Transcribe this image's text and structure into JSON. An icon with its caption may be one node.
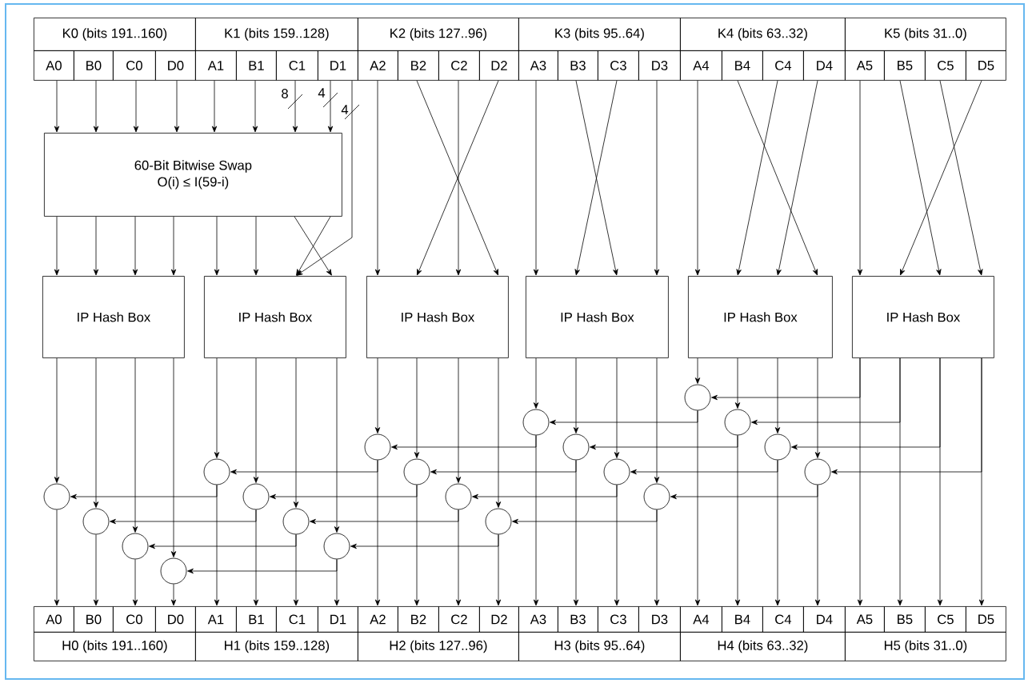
{
  "diagram": {
    "nodes": [
      {
        "text": [
          "K0 (bits 191..160)"
        ]
      },
      {
        "text": [
          "K1 (bits 159..128)"
        ]
      },
      {
        "text": [
          "K2 (bits 127..96)"
        ]
      },
      {
        "text": [
          "K3 (bits 95..64)"
        ]
      },
      {
        "text": [
          "K4 (bits 63..32)"
        ]
      },
      {
        "text": [
          "K5 (bits 31..0)"
        ]
      },
      {
        "text": [
          "A0"
        ]
      },
      {
        "text": [
          "B0"
        ]
      },
      {
        "text": [
          "C0"
        ]
      },
      {
        "text": [
          "D0"
        ]
      },
      {
        "text": [
          "A1"
        ]
      },
      {
        "text": [
          "B1"
        ]
      },
      {
        "text": [
          "C1"
        ]
      },
      {
        "text": [
          "D1"
        ]
      },
      {
        "text": [
          "A2"
        ]
      },
      {
        "text": [
          "B2"
        ]
      },
      {
        "text": [
          "C2"
        ]
      },
      {
        "text": [
          "D2"
        ]
      },
      {
        "text": [
          "A3"
        ]
      },
      {
        "text": [
          "B3"
        ]
      },
      {
        "text": [
          "C3"
        ]
      },
      {
        "text": [
          "D3"
        ]
      },
      {
        "text": [
          "A4"
        ]
      },
      {
        "text": [
          "B4"
        ]
      },
      {
        "text": [
          "C4"
        ]
      },
      {
        "text": [
          "D4"
        ]
      },
      {
        "text": [
          "A5"
        ]
      },
      {
        "text": [
          "B5"
        ]
      },
      {
        "text": [
          "C5"
        ]
      },
      {
        "text": [
          "D5"
        ]
      },
      {
        "text": [
          "60-Bit Bitwise Swap",
          "O(i) ≤ I(59-i)"
        ]
      },
      {
        "text": [
          "IP Hash Box"
        ]
      },
      {
        "text": [
          "IP Hash Box"
        ]
      },
      {
        "text": [
          "IP Hash Box"
        ]
      },
      {
        "text": [
          "IP Hash Box"
        ]
      },
      {
        "text": [
          "IP Hash Box"
        ]
      },
      {
        "text": [
          "IP Hash Box"
        ]
      },
      {
        "text": [],
        "shape": "circle"
      },
      {
        "text": [],
        "shape": "circle"
      },
      {
        "text": [],
        "shape": "circle"
      },
      {
        "text": [],
        "shape": "circle"
      },
      {
        "text": [],
        "shape": "circle"
      },
      {
        "text": [],
        "shape": "circle"
      },
      {
        "text": [],
        "shape": "circle"
      },
      {
        "text": [],
        "shape": "circle"
      },
      {
        "text": [],
        "shape": "circle"
      },
      {
        "text": [],
        "shape": "circle"
      },
      {
        "text": [],
        "shape": "circle"
      },
      {
        "text": [],
        "shape": "circle"
      },
      {
        "text": [],
        "shape": "circle"
      },
      {
        "text": [],
        "shape": "circle"
      },
      {
        "text": [],
        "shape": "circle"
      },
      {
        "text": [],
        "shape": "circle"
      },
      {
        "text": [],
        "shape": "circle"
      },
      {
        "text": [],
        "shape": "circle"
      },
      {
        "text": [],
        "shape": "circle"
      },
      {
        "text": [],
        "shape": "circle"
      },
      {
        "text": [
          "A0"
        ]
      },
      {
        "text": [
          "B0"
        ]
      },
      {
        "text": [
          "C0"
        ]
      },
      {
        "text": [
          "D0"
        ]
      },
      {
        "text": [
          "A1"
        ]
      },
      {
        "text": [
          "B1"
        ]
      },
      {
        "text": [
          "C1"
        ]
      },
      {
        "text": [
          "D1"
        ]
      },
      {
        "text": [
          "A2"
        ]
      },
      {
        "text": [
          "B2"
        ]
      },
      {
        "text": [
          "C2"
        ]
      },
      {
        "text": [
          "D2"
        ]
      },
      {
        "text": [
          "A3"
        ]
      },
      {
        "text": [
          "B3"
        ]
      },
      {
        "text": [
          "C3"
        ]
      },
      {
        "text": [
          "D3"
        ]
      },
      {
        "text": [
          "A4"
        ]
      },
      {
        "text": [
          "B4"
        ]
      },
      {
        "text": [
          "C4"
        ]
      },
      {
        "text": [
          "D4"
        ]
      },
      {
        "text": [
          "A5"
        ]
      },
      {
        "text": [
          "B5"
        ]
      },
      {
        "text": [
          "C5"
        ]
      },
      {
        "text": [
          "D5"
        ]
      },
      {
        "text": [
          "H0 (bits 191..160)"
        ]
      },
      {
        "text": [
          "H1 (bits 159..128)"
        ]
      },
      {
        "text": [
          "H2 (bits 127..96)"
        ]
      },
      {
        "text": [
          "H3 (bits 95..64)"
        ]
      },
      {
        "text": [
          "H4 (bits 63..32)"
        ]
      },
      {
        "text": [
          "H5 (bits 31..0)"
        ]
      }
    ],
    "edges": [
      {
        "from": 6,
        "to": 30,
        "arrow": "to"
      },
      {
        "from": 7,
        "to": 30,
        "arrow": "to"
      },
      {
        "from": 8,
        "to": 30,
        "arrow": "to"
      },
      {
        "from": 9,
        "to": 30,
        "arrow": "to"
      },
      {
        "from": 10,
        "to": 30,
        "arrow": "to"
      },
      {
        "from": 11,
        "to": 30,
        "arrow": "to"
      },
      {
        "from": 12,
        "to": 30,
        "arrow": "to",
        "label": "8"
      },
      {
        "from": 13,
        "to": 30,
        "arrow": "to",
        "label": "4"
      },
      {
        "from": 13,
        "to": 32,
        "arrow": "to",
        "label": "4"
      },
      {
        "from": 30,
        "to": 31,
        "arrow": "to"
      },
      {
        "from": 30,
        "to": 31,
        "arrow": "to"
      },
      {
        "from": 30,
        "to": 31,
        "arrow": "to"
      },
      {
        "from": 30,
        "to": 31,
        "arrow": "to"
      },
      {
        "from": 30,
        "to": 32,
        "arrow": "to"
      },
      {
        "from": 30,
        "to": 32,
        "arrow": "to"
      },
      {
        "from": 30,
        "to": 32,
        "arrow": "to"
      },
      {
        "from": 30,
        "to": 32,
        "arrow": "to"
      },
      {
        "from": 14,
        "to": 33,
        "arrow": "to"
      },
      {
        "from": 15,
        "to": 33,
        "arrow": "to"
      },
      {
        "from": 16,
        "to": 33,
        "arrow": "to"
      },
      {
        "from": 17,
        "to": 33,
        "arrow": "to"
      },
      {
        "from": 18,
        "to": 34,
        "arrow": "to"
      },
      {
        "from": 19,
        "to": 34,
        "arrow": "to"
      },
      {
        "from": 20,
        "to": 34,
        "arrow": "to"
      },
      {
        "from": 21,
        "to": 34,
        "arrow": "to"
      },
      {
        "from": 22,
        "to": 35,
        "arrow": "to"
      },
      {
        "from": 23,
        "to": 35,
        "arrow": "to"
      },
      {
        "from": 24,
        "to": 35,
        "arrow": "to"
      },
      {
        "from": 25,
        "to": 35,
        "arrow": "to"
      },
      {
        "from": 26,
        "to": 36,
        "arrow": "to"
      },
      {
        "from": 27,
        "to": 36,
        "arrow": "to"
      },
      {
        "from": 28,
        "to": 36,
        "arrow": "to"
      },
      {
        "from": 29,
        "to": 36,
        "arrow": "to"
      },
      {
        "from": 31,
        "to": 37,
        "arrow": "to"
      },
      {
        "from": 31,
        "to": 38,
        "arrow": "to"
      },
      {
        "from": 31,
        "to": 39,
        "arrow": "to"
      },
      {
        "from": 31,
        "to": 40,
        "arrow": "to"
      },
      {
        "from": 32,
        "to": 41,
        "arrow": "to"
      },
      {
        "from": 32,
        "to": 42,
        "arrow": "to"
      },
      {
        "from": 32,
        "to": 43,
        "arrow": "to"
      },
      {
        "from": 32,
        "to": 44,
        "arrow": "to"
      },
      {
        "from": 33,
        "to": 45,
        "arrow": "to"
      },
      {
        "from": 33,
        "to": 46,
        "arrow": "to"
      },
      {
        "from": 33,
        "to": 47,
        "arrow": "to"
      },
      {
        "from": 33,
        "to": 48,
        "arrow": "to"
      },
      {
        "from": 34,
        "to": 49,
        "arrow": "to"
      },
      {
        "from": 34,
        "to": 50,
        "arrow": "to"
      },
      {
        "from": 34,
        "to": 51,
        "arrow": "to"
      },
      {
        "from": 34,
        "to": 52,
        "arrow": "to"
      },
      {
        "from": 35,
        "to": 53,
        "arrow": "to"
      },
      {
        "from": 35,
        "to": 54,
        "arrow": "to"
      },
      {
        "from": 35,
        "to": 55,
        "arrow": "to"
      },
      {
        "from": 35,
        "to": 56,
        "arrow": "to"
      },
      {
        "from": 36,
        "to": 53,
        "arrow": "to"
      },
      {
        "from": 36,
        "to": 54,
        "arrow": "to"
      },
      {
        "from": 36,
        "to": 55,
        "arrow": "to"
      },
      {
        "from": 36,
        "to": 56,
        "arrow": "to"
      },
      {
        "from": 41,
        "to": 37,
        "arrow": "to"
      },
      {
        "from": 42,
        "to": 38,
        "arrow": "to"
      },
      {
        "from": 43,
        "to": 39,
        "arrow": "to"
      },
      {
        "from": 44,
        "to": 40,
        "arrow": "to"
      },
      {
        "from": 45,
        "to": 41,
        "arrow": "to"
      },
      {
        "from": 46,
        "to": 42,
        "arrow": "to"
      },
      {
        "from": 47,
        "to": 43,
        "arrow": "to"
      },
      {
        "from": 48,
        "to": 44,
        "arrow": "to"
      },
      {
        "from": 49,
        "to": 45,
        "arrow": "to"
      },
      {
        "from": 50,
        "to": 46,
        "arrow": "to"
      },
      {
        "from": 51,
        "to": 47,
        "arrow": "to"
      },
      {
        "from": 52,
        "to": 48,
        "arrow": "to"
      },
      {
        "from": 53,
        "to": 49,
        "arrow": "to"
      },
      {
        "from": 54,
        "to": 50,
        "arrow": "to"
      },
      {
        "from": 55,
        "to": 51,
        "arrow": "to"
      },
      {
        "from": 56,
        "to": 52,
        "arrow": "to"
      },
      {
        "from": 37,
        "to": 57,
        "arrow": "to"
      },
      {
        "from": 38,
        "to": 58,
        "arrow": "to"
      },
      {
        "from": 39,
        "to": 59,
        "arrow": "to"
      },
      {
        "from": 40,
        "to": 60,
        "arrow": "to"
      },
      {
        "from": 41,
        "to": 61,
        "arrow": "to"
      },
      {
        "from": 42,
        "to": 62,
        "arrow": "to"
      },
      {
        "from": 43,
        "to": 63,
        "arrow": "to"
      },
      {
        "from": 44,
        "to": 64,
        "arrow": "to"
      },
      {
        "from": 45,
        "to": 65,
        "arrow": "to"
      },
      {
        "from": 46,
        "to": 66,
        "arrow": "to"
      },
      {
        "from": 47,
        "to": 67,
        "arrow": "to"
      },
      {
        "from": 48,
        "to": 68,
        "arrow": "to"
      },
      {
        "from": 49,
        "to": 69,
        "arrow": "to"
      },
      {
        "from": 50,
        "to": 70,
        "arrow": "to"
      },
      {
        "from": 51,
        "to": 71,
        "arrow": "to"
      },
      {
        "from": 52,
        "to": 72,
        "arrow": "to"
      },
      {
        "from": 53,
        "to": 73,
        "arrow": "to"
      },
      {
        "from": 54,
        "to": 74,
        "arrow": "to"
      },
      {
        "from": 55,
        "to": 75,
        "arrow": "to"
      },
      {
        "from": 56,
        "to": 76,
        "arrow": "to"
      },
      {
        "from": 36,
        "to": 77,
        "arrow": "to"
      },
      {
        "from": 36,
        "to": 78,
        "arrow": "to"
      },
      {
        "from": 36,
        "to": 79,
        "arrow": "to"
      },
      {
        "from": 36,
        "to": 80,
        "arrow": "to"
      }
    ]
  }
}
